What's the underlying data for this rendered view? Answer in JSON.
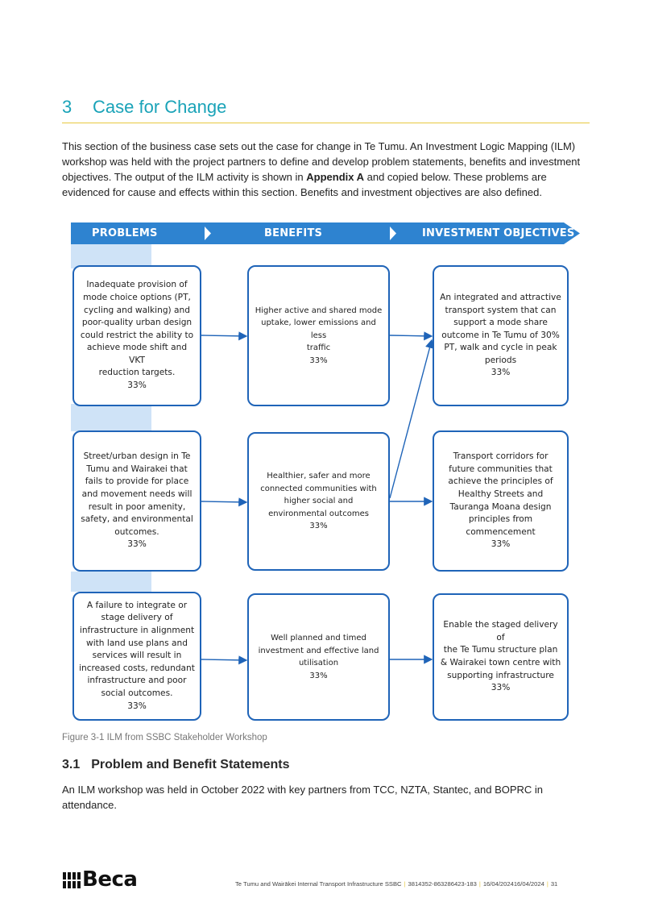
{
  "section": {
    "number": "3",
    "title": "Case for Change"
  },
  "intro": {
    "part1": "This section of the business case sets out the case for change in Te Tumu. An Investment Logic Mapping (ILM) workshop was held with the project partners to define and develop problem statements, benefits and investment objectives. The output of the ILM activity is shown in ",
    "bold": "Appendix A",
    "part2": " and copied below. These problems are evidenced for cause and effects within this section. Benefits and investment objectives are also defined."
  },
  "diagram": {
    "headers": {
      "problems": "PROBLEMS",
      "benefits": "BENEFITS",
      "objectives": "INVESTMENT OBJECTIVES"
    },
    "colors": {
      "header": "#2e83d0",
      "band": "#cfe3f7",
      "border": "#1f64b8",
      "arrow": "#1f64b8"
    },
    "problems": [
      "Inadequate provision of\nmode choice options (PT,\ncycling and walking) and\npoor-quality urban design\ncould restrict the ability to\nachieve mode shift and VKT\nreduction targets.\n33%",
      "Street/urban design in Te\nTumu and Wairakei that\nfails to provide for place\nand movement needs will\nresult in poor amenity,\nsafety, and environmental\noutcomes.\n33%",
      "A failure to integrate or\nstage delivery of\ninfrastructure in alignment\nwith land use plans and\nservices will result in\nincreased costs, redundant\ninfrastructure and poor\nsocial outcomes.\n33%"
    ],
    "benefits": [
      "Higher active and shared mode\nuptake, lower emissions and less\ntraffic\n33%",
      "Healthier, safer and more\nconnected communities with\nhigher social and\nenvironmental outcomes\n33%",
      "Well planned and timed\ninvestment and effective land\nutilisation\n33%"
    ],
    "objectives": [
      "An integrated and attractive\ntransport system that can\nsupport a mode share\noutcome in Te Tumu of 30%\nPT, walk and cycle in peak\nperiods\n33%",
      "Transport corridors for\nfuture communities that\nachieve the principles of\nHealthy Streets and\nTauranga Moana design\nprinciples from\ncommencement\n33%",
      "Enable the staged delivery of\nthe Te Tumu structure plan\n& Wairakei town centre with\nsupporting infrastructure\n33%"
    ]
  },
  "caption": "Figure 3-1 ILM from SSBC Stakeholder Workshop",
  "subsection": {
    "number": "3.1",
    "title": "Problem and Benefit Statements"
  },
  "paragraph2": "An ILM workshop was held in October 2022 with key partners from TCC, NZTA, Stantec, and BOPRC in attendance.",
  "logo": "Beca",
  "footer": {
    "doc": "Te Tumu and Wairākei Internal Transport Infrastructure SSBC",
    "ref": "3814352-863286423-183",
    "date": "16/04/202416/04/2024",
    "page": "31"
  }
}
